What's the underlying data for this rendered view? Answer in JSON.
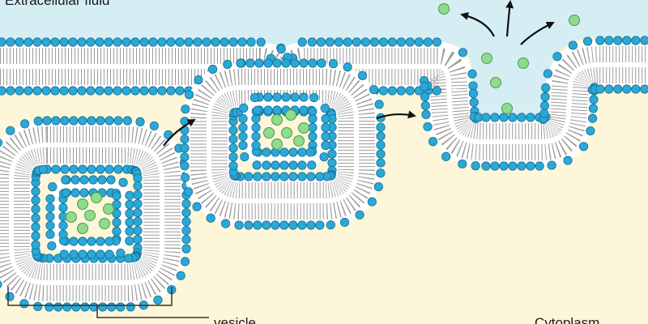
{
  "labels": {
    "extracellular": "Extracellular fluid",
    "vesicle": "vesicle",
    "cytoplasm": "Cytoplasm"
  },
  "colors": {
    "extracellular_fluid": "#d4eef4",
    "cytoplasm": "#fdf6d8",
    "lipid_head": "#2aa8d8",
    "lipid_head_stroke": "#1a6f90",
    "lipid_tail": "#7a7a7a",
    "membrane_core": "#ffffff",
    "cargo_molecule": "#8fdc8f",
    "cargo_stroke": "#4a9a4a",
    "arrow": "#111111"
  },
  "icons": {
    "process_arrow": "arrow-right",
    "release_arrow": "arrow-up",
    "molecule": "circle"
  }
}
